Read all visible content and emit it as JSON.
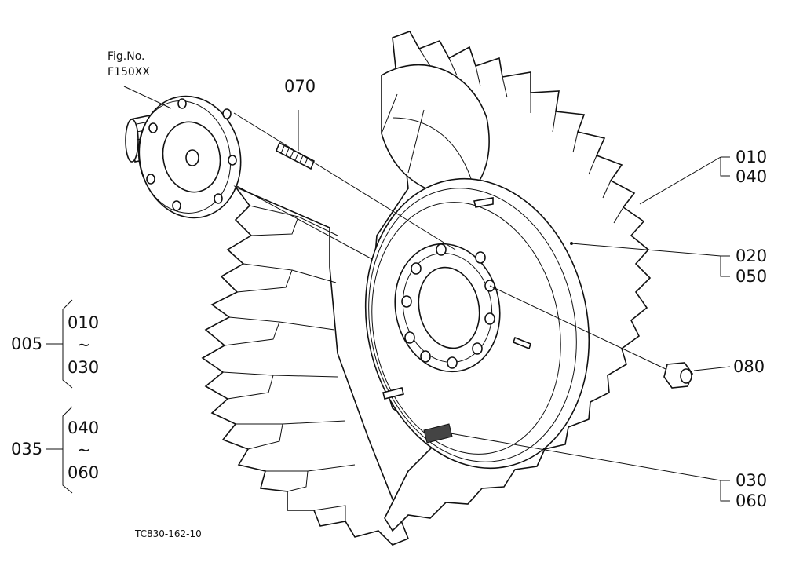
{
  "figure": {
    "caption_line1": "Fig.No.",
    "caption_line2": "F150XX"
  },
  "drawing_code": "TC830-162-10",
  "callouts": {
    "c070": "070",
    "c010": "010",
    "c040": "040",
    "c020": "020",
    "c050": "050",
    "c080": "080",
    "c030": "030",
    "c060": "060"
  },
  "groups": {
    "g005": {
      "label": "005",
      "from": "010",
      "tilde": "~",
      "to": "030"
    },
    "g035": {
      "label": "035",
      "from": "040",
      "tilde": "~",
      "to": "060"
    }
  }
}
